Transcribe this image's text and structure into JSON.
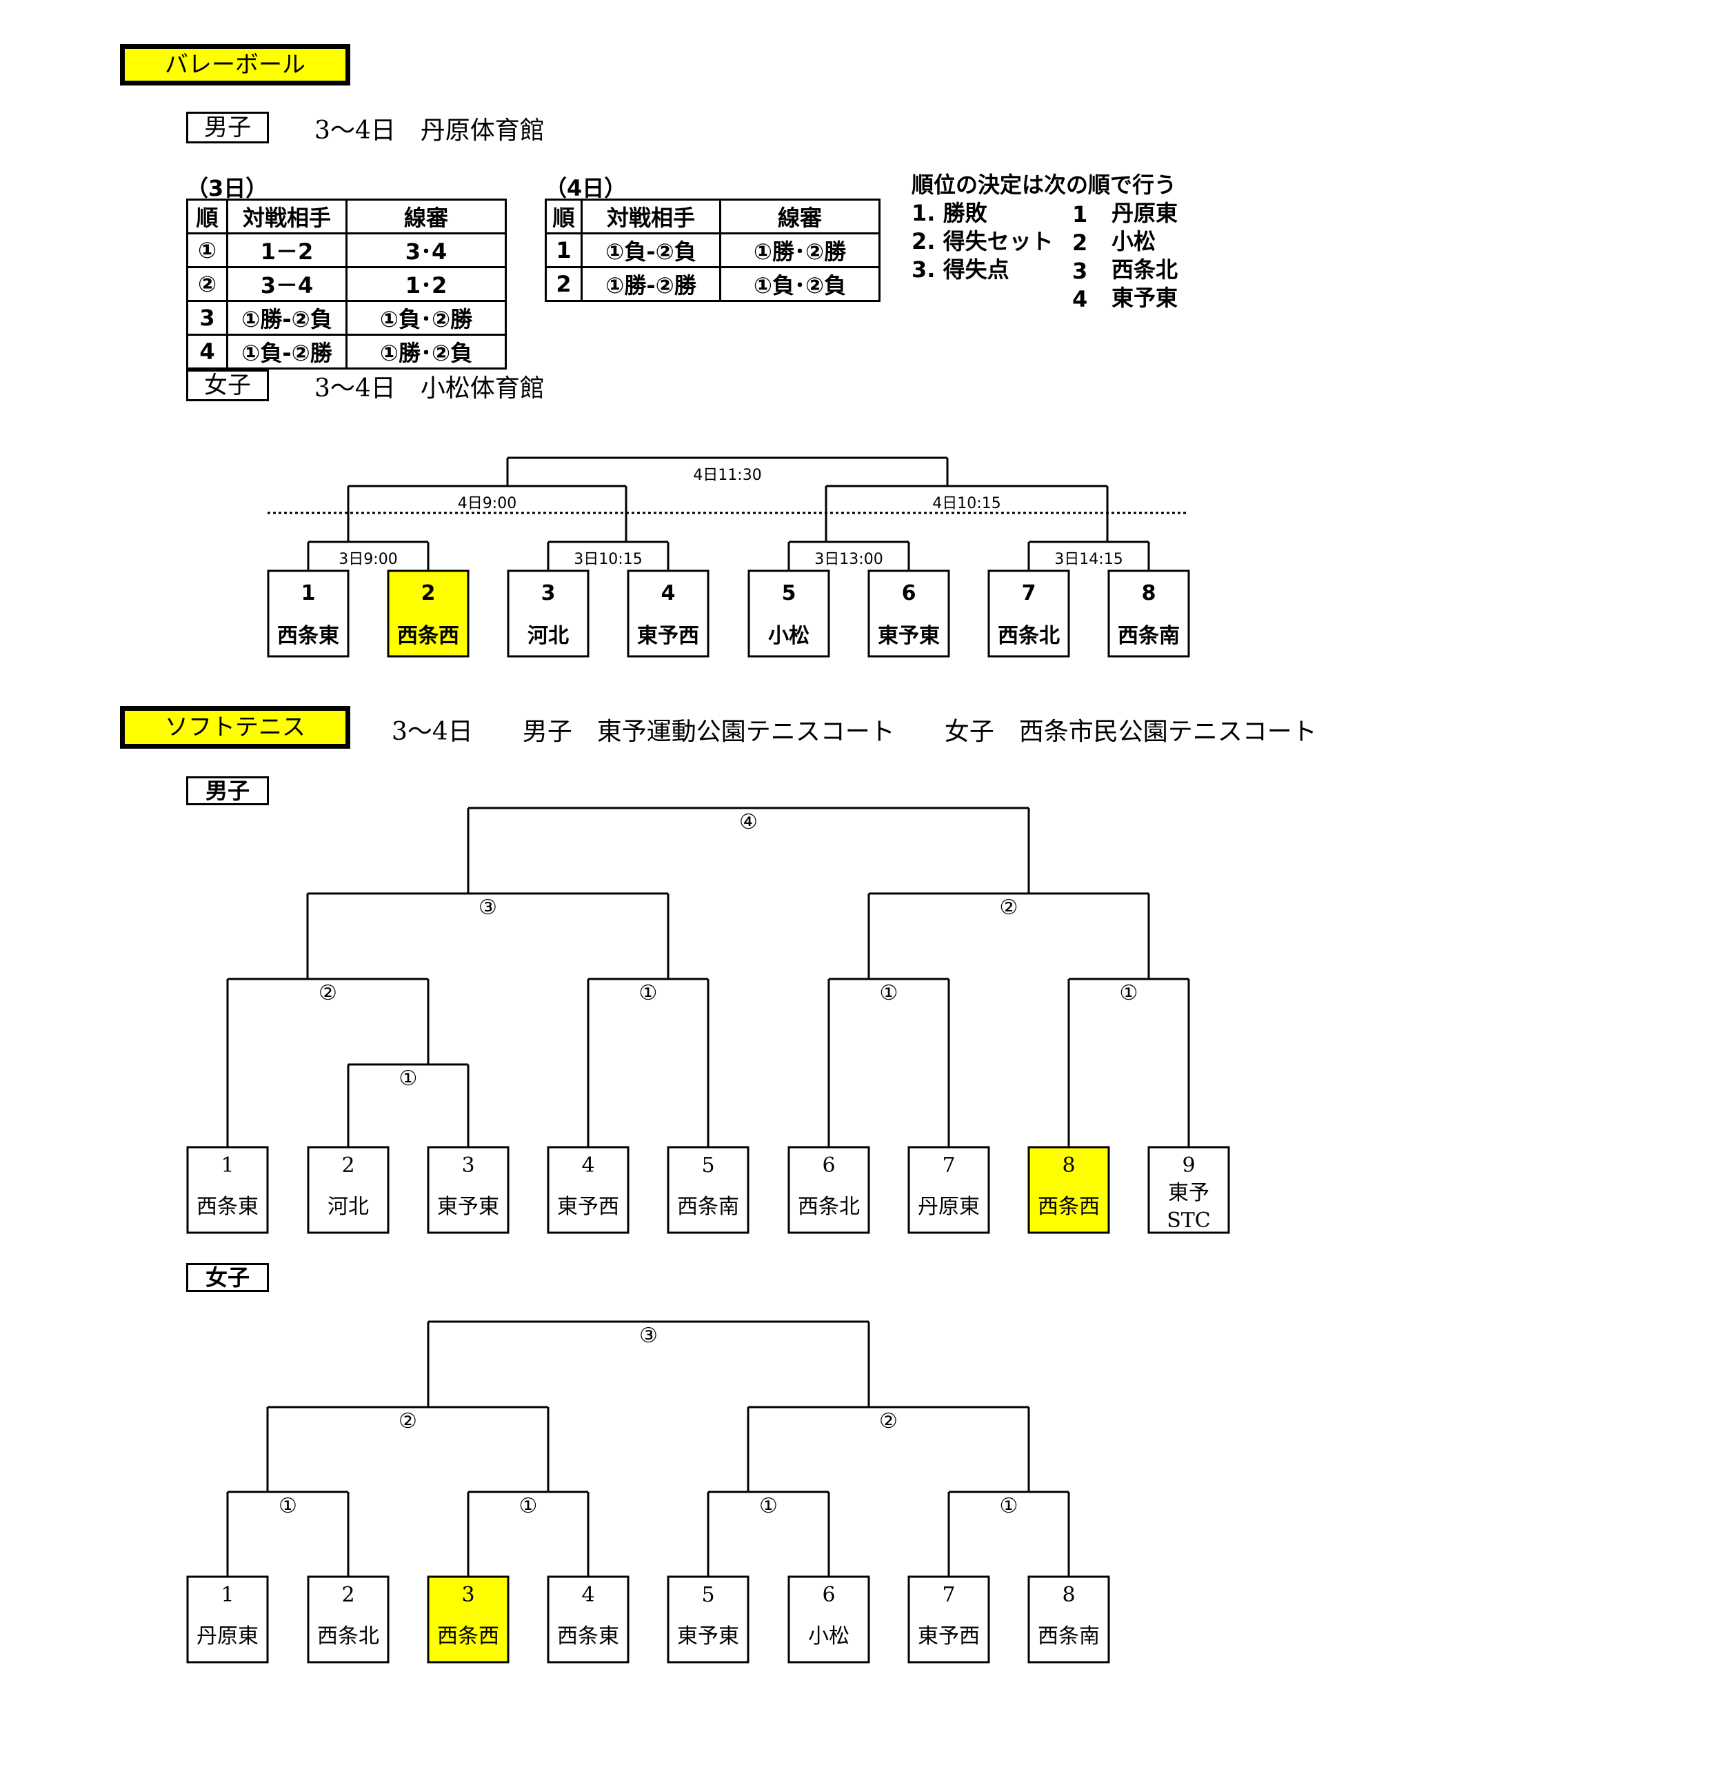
{
  "volleyball": {
    "title": "バレーボール",
    "men": {
      "label": "男子",
      "venue": "3～4日　丹原体育館",
      "day3": {
        "caption": "（3日）",
        "headers": [
          "順",
          "対戦相手",
          "線審"
        ],
        "rows": [
          [
            "①",
            "1－2",
            "3･4"
          ],
          [
            "②",
            "3－4",
            "1･2"
          ],
          [
            "3",
            "①勝-②負",
            "①負･②勝"
          ],
          [
            "4",
            "①負-②勝",
            "①勝･②負"
          ]
        ]
      },
      "day4": {
        "caption": "（4日）",
        "headers": [
          "順",
          "対戦相手",
          "線審"
        ],
        "rows": [
          [
            "1",
            "①負-②負",
            "①勝･②勝"
          ],
          [
            "2",
            "①勝-②勝",
            "①負･②負"
          ]
        ]
      },
      "ranking_rules": {
        "title": "順位の決定は次の順で行う",
        "criteria": [
          "1. 勝敗",
          "2. 得失セット",
          "3. 得失点"
        ],
        "order": [
          {
            "rank": "1",
            "team": "丹原東"
          },
          {
            "rank": "2",
            "team": "小松"
          },
          {
            "rank": "3",
            "team": "西条北"
          },
          {
            "rank": "4",
            "team": "東予東"
          }
        ]
      }
    },
    "women": {
      "label": "女子",
      "venue": "3～4日　小松体育館",
      "match_labels": {
        "final": "4日11:30",
        "semi_left": "4日9:00",
        "semi_right": "4日10:15",
        "r1": [
          "3日9:00",
          "3日10:15",
          "3日13:00",
          "3日14:15"
        ]
      },
      "teams": [
        {
          "seed": "1",
          "name": "西条東",
          "highlight": false
        },
        {
          "seed": "2",
          "name": "西条西",
          "highlight": true
        },
        {
          "seed": "3",
          "name": "河北",
          "highlight": false
        },
        {
          "seed": "4",
          "name": "東予西",
          "highlight": false
        },
        {
          "seed": "5",
          "name": "小松",
          "highlight": false
        },
        {
          "seed": "6",
          "name": "東予東",
          "highlight": false
        },
        {
          "seed": "7",
          "name": "西条北",
          "highlight": false
        },
        {
          "seed": "8",
          "name": "西条南",
          "highlight": false
        }
      ]
    }
  },
  "soft_tennis": {
    "title": "ソフトテニス",
    "venue": "3～4日　　男子　東予運動公園テニスコート　　女子　西条市民公園テニスコート",
    "men": {
      "label": "男子",
      "match_labels": {
        "final": "④",
        "semi_left": "③",
        "semi_right": "②",
        "q1": "②",
        "q2": "①",
        "q3": "①",
        "q4": "①",
        "prelim": "①"
      },
      "teams": [
        {
          "seed": "1",
          "name": "西条東",
          "highlight": false
        },
        {
          "seed": "2",
          "name": "河北",
          "highlight": false
        },
        {
          "seed": "3",
          "name": "東予東",
          "highlight": false
        },
        {
          "seed": "4",
          "name": "東予西",
          "highlight": false
        },
        {
          "seed": "5",
          "name": "西条南",
          "highlight": false
        },
        {
          "seed": "6",
          "name": "西条北",
          "highlight": false
        },
        {
          "seed": "7",
          "name": "丹原東",
          "highlight": false
        },
        {
          "seed": "8",
          "name": "西条西",
          "highlight": true
        },
        {
          "seed": "9",
          "name": "東予STC",
          "highlight": false
        }
      ]
    },
    "women": {
      "label": "女子",
      "match_labels": {
        "final": "③",
        "semi_left": "②",
        "semi_right": "②",
        "r1": [
          "①",
          "①",
          "①",
          "①"
        ]
      },
      "teams": [
        {
          "seed": "1",
          "name": "丹原東",
          "highlight": false
        },
        {
          "seed": "2",
          "name": "西条北",
          "highlight": false
        },
        {
          "seed": "3",
          "name": "西条西",
          "highlight": true
        },
        {
          "seed": "4",
          "name": "西条東",
          "highlight": false
        },
        {
          "seed": "5",
          "name": "東予東",
          "highlight": false
        },
        {
          "seed": "6",
          "name": "小松",
          "highlight": false
        },
        {
          "seed": "7",
          "name": "東予西",
          "highlight": false
        },
        {
          "seed": "8",
          "name": "西条南",
          "highlight": false
        }
      ]
    }
  },
  "colors": {
    "highlight": "#ffff00",
    "line": "#000000"
  }
}
